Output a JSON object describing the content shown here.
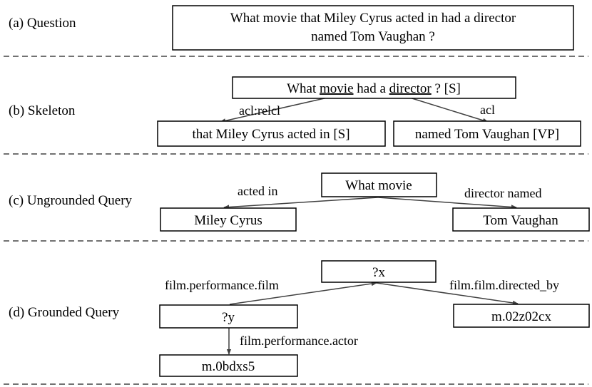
{
  "sections": {
    "question": "(a) Question",
    "skeleton": "(b) Skeleton",
    "ungrounded": "(c) Ungrounded Query",
    "grounded": "(d) Grounded Query"
  },
  "question": {
    "line1": "What movie that Miley Cyrus acted in had a director",
    "line2": "named Tom Vaughan ?"
  },
  "skeleton": {
    "root": {
      "prefix": "What ",
      "movie": "movie",
      "middle": " had a ",
      "director": "director",
      "suffix": " ? [S]"
    },
    "left_edge": "acl:relcl",
    "right_edge": "acl",
    "left_node": "that Miley Cyrus acted in [S]",
    "right_node": "named Tom Vaughan [VP]"
  },
  "ungrounded": {
    "center": "What movie",
    "left": "Miley Cyrus",
    "right": "Tom Vaughan",
    "left_edge": "acted in",
    "right_edge": "director named"
  },
  "grounded": {
    "center": "?x",
    "left": "?y",
    "right": "m.02z02cx",
    "bottom": "m.0bdxs5",
    "left_edge": "film.performance.film",
    "right_edge": "film.film.directed_by",
    "down_edge": "film.performance.actor"
  },
  "colors": {
    "line": "#404040",
    "text": "#000000",
    "separator": "#444444"
  }
}
